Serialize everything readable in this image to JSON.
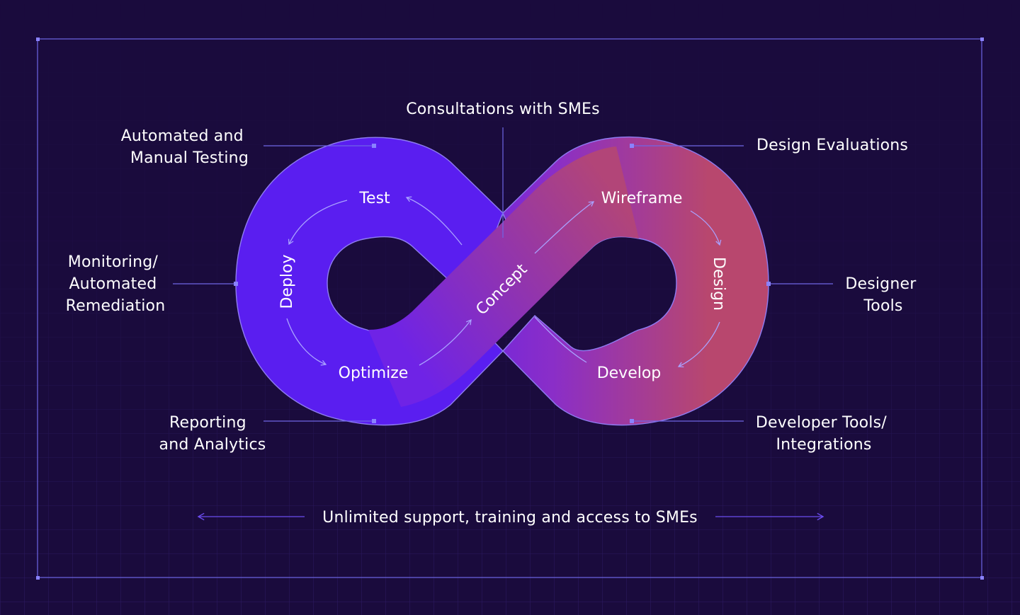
{
  "diagram": {
    "center_label": "Concept",
    "loop_steps": {
      "test": "Test",
      "deploy": "Deploy",
      "optimize": "Optimize",
      "wireframe": "Wireframe",
      "design": "Design",
      "develop": "Develop"
    },
    "annotations": {
      "top_center": "Consultations with SMEs",
      "left_top": [
        "Automated and",
        "Manual Testing"
      ],
      "left_middle": [
        "Monitoring/",
        "Automated",
        "Remediation"
      ],
      "left_bottom": [
        "Reporting",
        "and Analytics"
      ],
      "right_top": "Design Evaluations",
      "right_middle": [
        "Designer",
        "Tools"
      ],
      "right_bottom": [
        "Developer Tools/",
        "Integrations"
      ]
    },
    "footer": "Unlimited support, training and access to SMEs"
  },
  "colors": {
    "background": "#1a0b3d",
    "loop_left": "#5a1ef0",
    "loop_right": "#b8476e",
    "frame_line": "#6f66e6"
  }
}
